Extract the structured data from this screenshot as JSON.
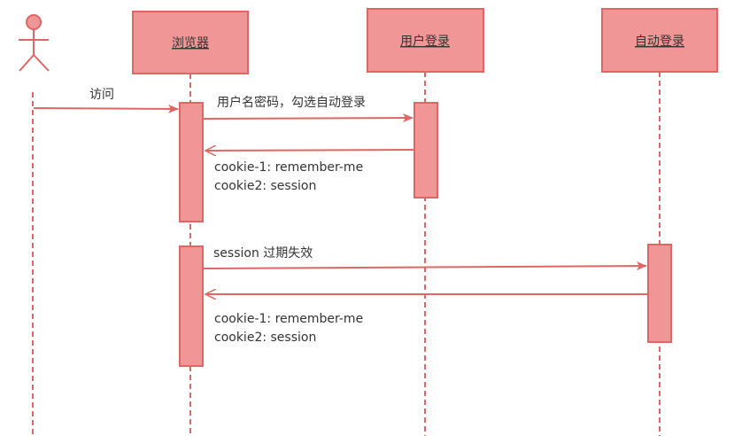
{
  "colors": {
    "fill": "#f19696",
    "stroke": "#e06666",
    "text": "#333333"
  },
  "actor": {
    "icon": "stick-figure-icon"
  },
  "participants": [
    {
      "id": "browser",
      "label": "浏览器"
    },
    {
      "id": "user-login",
      "label": "用户登录"
    },
    {
      "id": "auto-login",
      "label": "自动登录"
    }
  ],
  "messages": [
    {
      "id": "visit",
      "label": "访问"
    },
    {
      "id": "credentials",
      "label": "用户名密码，勾选自动登录"
    },
    {
      "id": "reply-1",
      "lines": [
        "cookie-1: remember-me",
        "cookie2: session"
      ]
    },
    {
      "id": "session-expired",
      "label": "session 过期失效"
    },
    {
      "id": "reply-2",
      "lines": [
        "cookie-1: remember-me",
        "cookie2: session"
      ]
    }
  ]
}
